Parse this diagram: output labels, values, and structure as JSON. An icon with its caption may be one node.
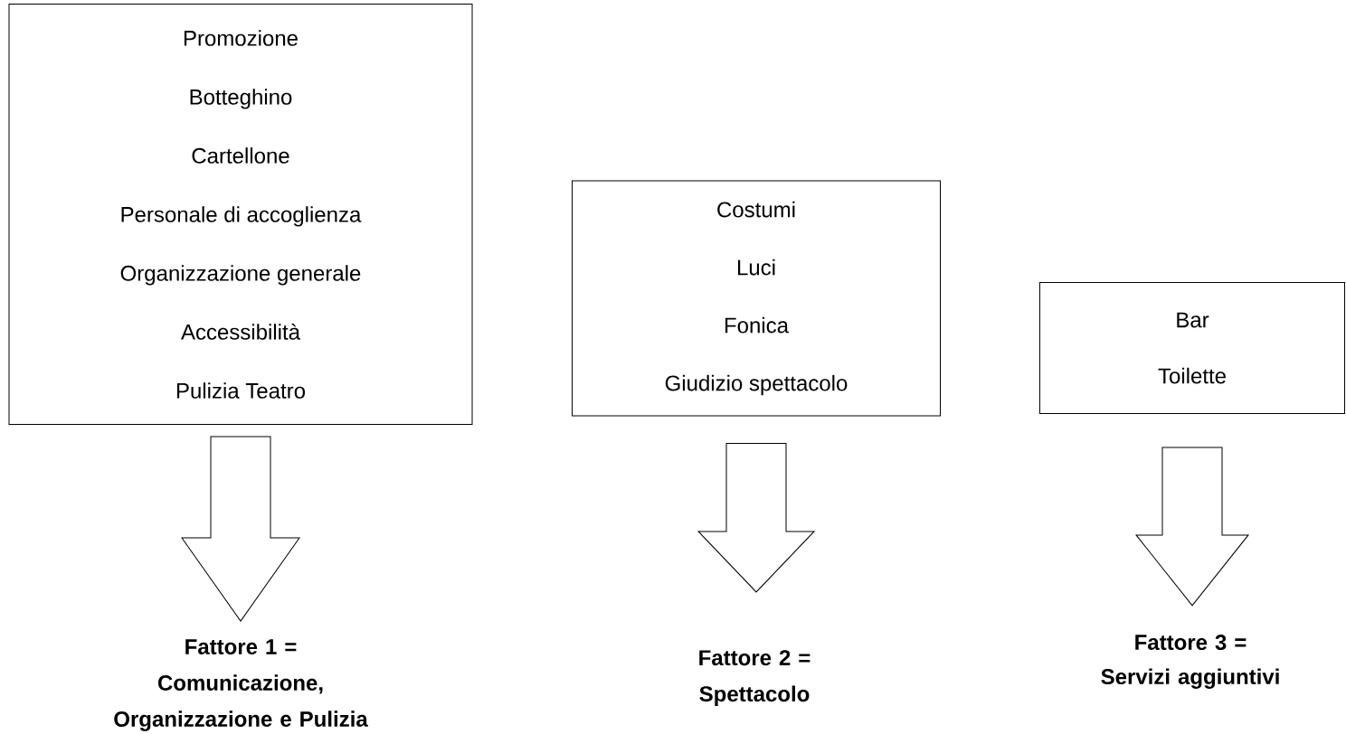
{
  "diagram": {
    "nodes": [
      {
        "text": [
          "Promozione",
          "Botteghino",
          "Cartellone",
          "Personale di accoglienza",
          "Organizzazione generale",
          "Accessibilità",
          "Pulizia Teatro"
        ]
      },
      {
        "text": [
          "Costumi",
          "Luci",
          "Fonica",
          "Giudizio spettacolo"
        ]
      },
      {
        "text": [
          "Bar",
          "Toilette"
        ]
      },
      {
        "text": [
          "Fattore 1 = Comunicazione, Organizzazione e Pulizia"
        ]
      },
      {
        "text": [
          "Fattore 2 = Spettacolo"
        ]
      },
      {
        "text": [
          "Fattore 3 = Servizi aggiuntivi"
        ]
      }
    ],
    "edges": [
      {
        "from": 0,
        "to": 3,
        "arrow": "to"
      },
      {
        "from": 1,
        "to": 4,
        "arrow": "to"
      },
      {
        "from": 2,
        "to": 5,
        "arrow": "to"
      }
    ]
  }
}
